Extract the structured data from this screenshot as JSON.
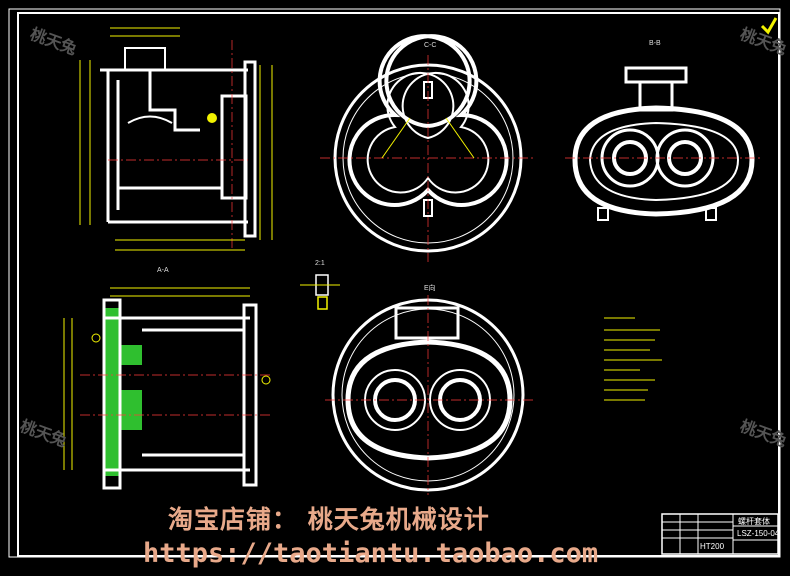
{
  "drawing": {
    "watermark_shop": "淘宝店铺： 桃天兔机械设计",
    "watermark_url": "https://taotiantu.taobao.com",
    "ghost_mark": "桃天兔",
    "views": {
      "aa": "A-A",
      "bb": "B-B",
      "cc": "C-C",
      "e": "E向",
      "scale": "2:1"
    },
    "title_block": {
      "part_name": "螺杆套体",
      "drawing_no": "LSZ-150-04",
      "material": "HT200"
    },
    "colors": {
      "outline": "#ffffff",
      "dim": "#f2f200",
      "center": "#ff3b3b",
      "hatch": "#2fbf2f",
      "watermark": "#e8a98a"
    }
  }
}
